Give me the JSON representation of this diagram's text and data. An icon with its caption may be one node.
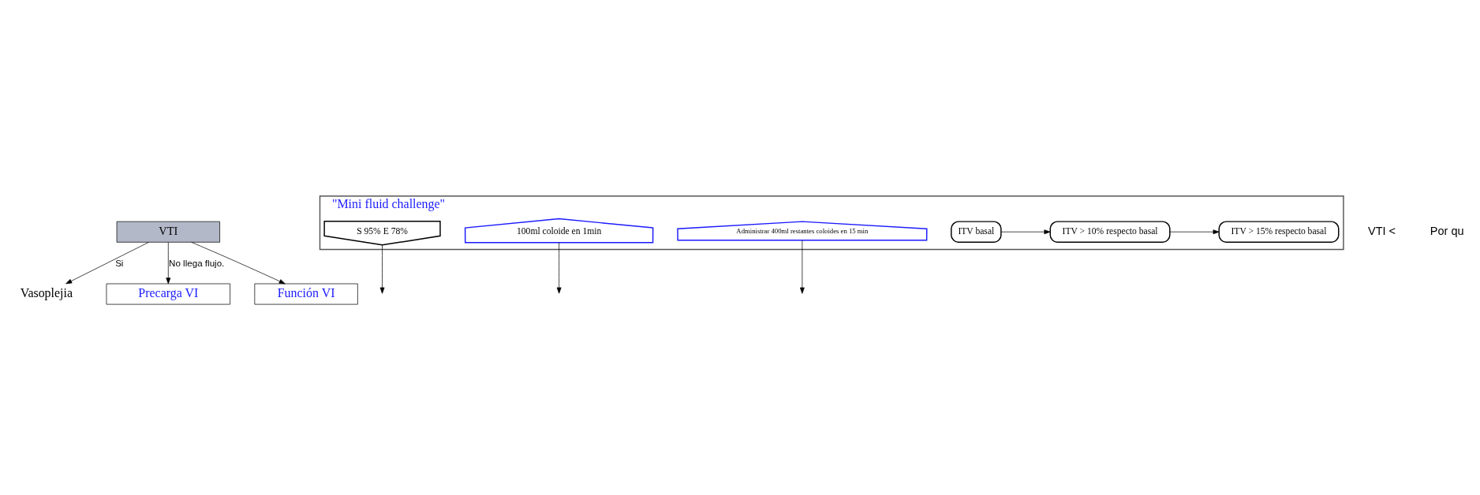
{
  "diagram": {
    "nodes": [
      {
        "text": [
          "VTI"
        ]
      },
      {
        "text": [
          "Vasoplejia"
        ]
      },
      {
        "text": [
          "Precarga VI"
        ]
      },
      {
        "text": [
          "Función VI"
        ]
      },
      {
        "text": [
          "\"Mini fluid challenge\""
        ]
      },
      {
        "text": [
          "ITV basal"
        ],
        "in": 4
      },
      {
        "text": [
          "ITV > 10% respecto basal"
        ],
        "in": 4
      },
      {
        "text": [
          "ITV > 15% respecto basal"
        ],
        "in": 4
      },
      {
        "text": [
          "S 95% E 78%"
        ],
        "in": 4
      },
      {
        "text": [
          "100ml coloide en 1min"
        ],
        "in": 4
      },
      {
        "text": [
          "Administrar 400ml restantes coloides en 15 min"
        ],
        "in": 4
      }
    ],
    "edges": [
      {
        "from": 0,
        "to": 1,
        "arrow": "to",
        "label": "Si"
      },
      {
        "from": 0,
        "to": 2,
        "arrow": "to",
        "label": "No llega flujo."
      },
      {
        "from": 0,
        "to": 3,
        "arrow": "to"
      },
      {
        "from": 5,
        "to": 6,
        "arrow": "to"
      },
      {
        "from": 6,
        "to": 7,
        "arrow": "to"
      },
      {
        "from": 8,
        "to": null,
        "arrow": "to"
      },
      {
        "from": 9,
        "to": null,
        "arrow": "to"
      },
      {
        "from": 10,
        "to": null,
        "arrow": "to"
      }
    ],
    "labels": [
      "VTI <",
      "Por qu"
    ]
  }
}
